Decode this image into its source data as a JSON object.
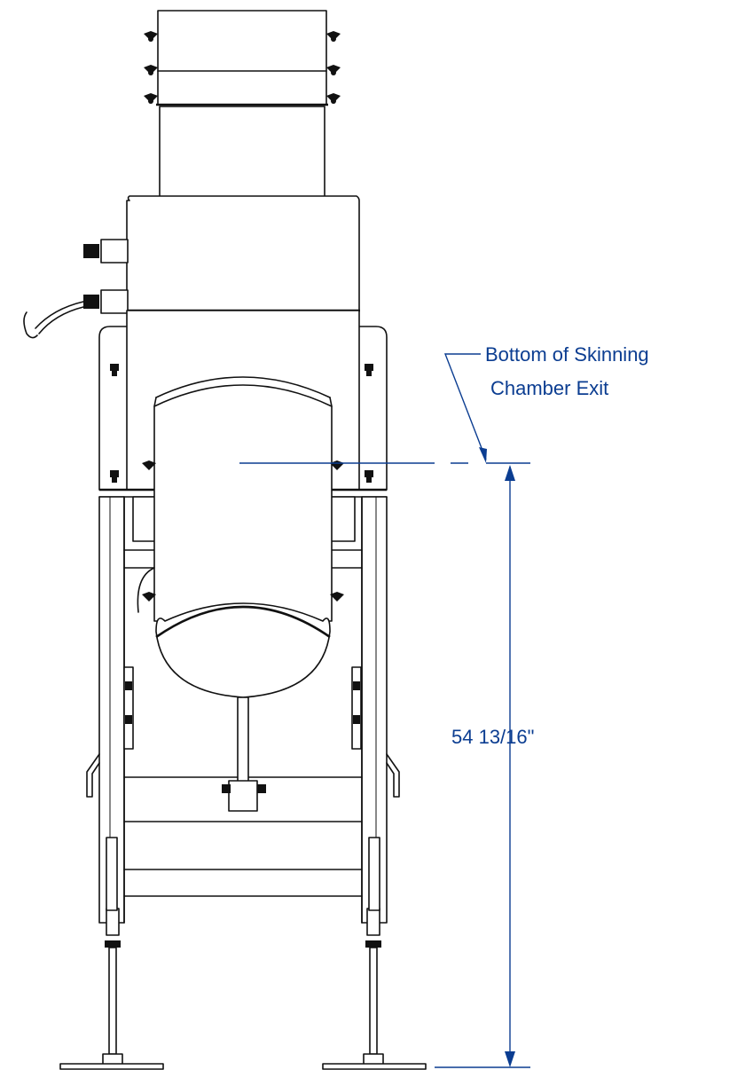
{
  "callout": {
    "line1": "Bottom of Skinning",
    "line2": "Chamber Exit"
  },
  "dimension": {
    "value": "54 13/16\""
  },
  "colors": {
    "annotation": "#0b3d91",
    "linework": "#111111"
  }
}
